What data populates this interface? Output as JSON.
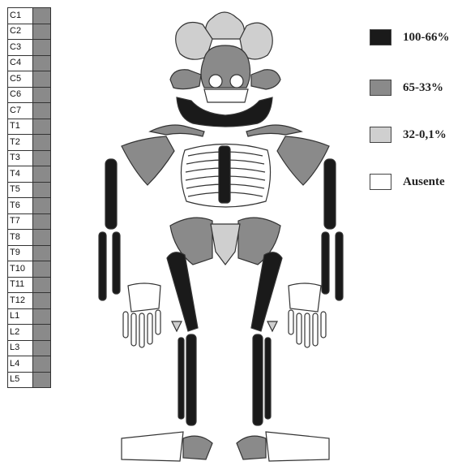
{
  "vertebrae": [
    {
      "label": "C1",
      "level": "65-33%"
    },
    {
      "label": "C2",
      "level": "65-33%"
    },
    {
      "label": "C3",
      "level": "65-33%"
    },
    {
      "label": "C4",
      "level": "65-33%"
    },
    {
      "label": "C5",
      "level": "65-33%"
    },
    {
      "label": "C6",
      "level": "65-33%"
    },
    {
      "label": "C7",
      "level": "65-33%"
    },
    {
      "label": "T1",
      "level": "65-33%"
    },
    {
      "label": "T2",
      "level": "65-33%"
    },
    {
      "label": "T3",
      "level": "65-33%"
    },
    {
      "label": "T4",
      "level": "65-33%"
    },
    {
      "label": "T5",
      "level": "65-33%"
    },
    {
      "label": "T6",
      "level": "65-33%"
    },
    {
      "label": "T7",
      "level": "65-33%"
    },
    {
      "label": "T8",
      "level": "65-33%"
    },
    {
      "label": "T9",
      "level": "65-33%"
    },
    {
      "label": "T10",
      "level": "65-33%"
    },
    {
      "label": "T11",
      "level": "65-33%"
    },
    {
      "label": "T12",
      "level": "65-33%"
    },
    {
      "label": "L1",
      "level": "65-33%"
    },
    {
      "label": "L2",
      "level": "65-33%"
    },
    {
      "label": "L3",
      "level": "65-33%"
    },
    {
      "label": "L4",
      "level": "65-33%"
    },
    {
      "label": "L5",
      "level": "65-33%"
    }
  ],
  "legend": [
    {
      "label": "100-66%",
      "color": "#1a1a1a"
    },
    {
      "label": "65-33%",
      "color": "#8a8a8a"
    },
    {
      "label": "32-0,1%",
      "color": "#cfcfcf"
    },
    {
      "label": "Ausente",
      "color": "#ffffff"
    }
  ]
}
